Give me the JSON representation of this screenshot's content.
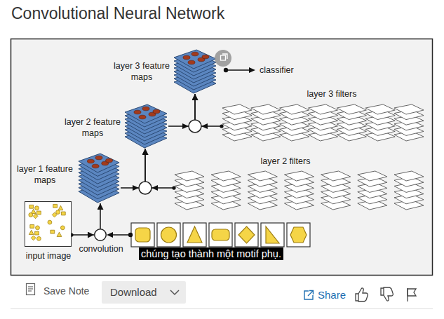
{
  "diagram": {
    "title": "Convolutional Neural Network",
    "nodes": [
      {
        "text": [
          "input image"
        ]
      },
      {
        "text": [
          "convolution"
        ]
      },
      {
        "text": [
          "layer 1 feature maps"
        ]
      },
      {
        "text": [
          "layer 2 filters"
        ]
      },
      {
        "text": [
          "layer 2 feature maps"
        ]
      },
      {
        "text": [
          "layer 3 filters"
        ]
      },
      {
        "text": [
          "layer 3 feature maps"
        ]
      }
    ],
    "edges": [
      {
        "from": 0,
        "to": 1,
        "arrow": "to"
      },
      {
        "from": 1,
        "to": 2,
        "arrow": "to"
      },
      {
        "from": 2,
        "to": 4,
        "arrow": "to"
      },
      {
        "from": 3,
        "to": 4,
        "arrow": "to"
      },
      {
        "from": 4,
        "to": 6,
        "arrow": "to"
      },
      {
        "from": 5,
        "to": 6,
        "arrow": "to"
      }
    ],
    "labels": [
      "classifier",
      "chúng tạo thành một motif phụ.",
      "Save Note",
      "Download",
      "Share"
    ]
  }
}
